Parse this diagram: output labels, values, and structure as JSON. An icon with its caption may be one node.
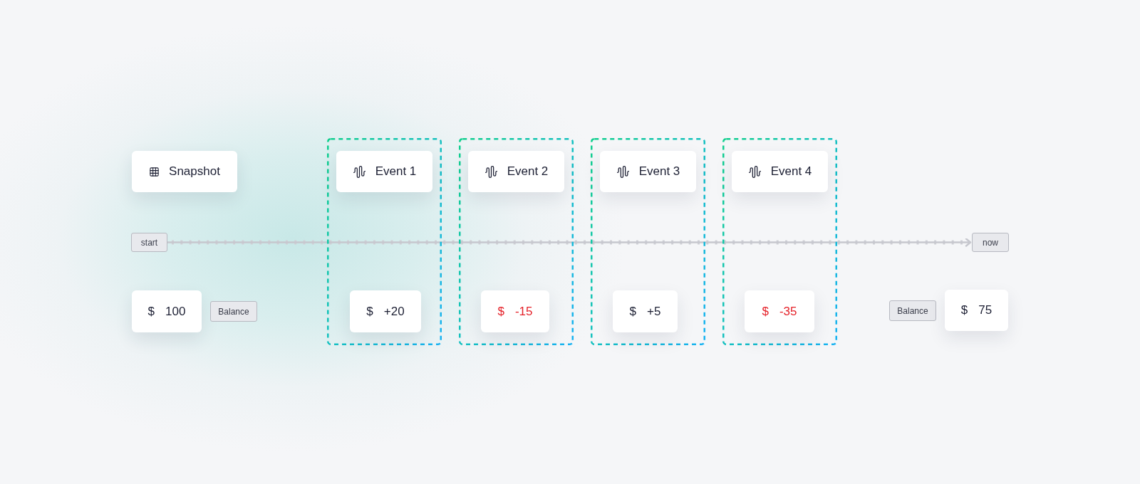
{
  "diagram": {
    "nodes": [
      {
        "text": [
          "Snapshot"
        ]
      },
      {
        "text": [
          "start"
        ]
      },
      {
        "text": [
          "$",
          "100"
        ]
      },
      {
        "text": [
          "Balance"
        ]
      },
      {
        "text": [],
        "shape": "box"
      },
      {
        "text": [
          "Event 1"
        ],
        "in": 4
      },
      {
        "text": [
          "$",
          "+20"
        ],
        "in": 4
      },
      {
        "text": [],
        "shape": "box"
      },
      {
        "text": [
          "Event 2"
        ],
        "in": 7
      },
      {
        "text": [
          "$",
          "-15"
        ],
        "in": 7
      },
      {
        "text": [],
        "shape": "box"
      },
      {
        "text": [
          "Event 3"
        ],
        "in": 10
      },
      {
        "text": [
          "$",
          "+5"
        ],
        "in": 10
      },
      {
        "text": [],
        "shape": "box"
      },
      {
        "text": [
          "Event 4"
        ],
        "in": 13
      },
      {
        "text": [
          "$",
          "-35"
        ],
        "in": 13
      },
      {
        "text": [
          "Balance"
        ]
      },
      {
        "text": [
          "$",
          "75"
        ]
      },
      {
        "text": [
          "now"
        ]
      }
    ],
    "edges": [
      {
        "from": 1,
        "to": 18,
        "arrow": "to"
      }
    ]
  }
}
